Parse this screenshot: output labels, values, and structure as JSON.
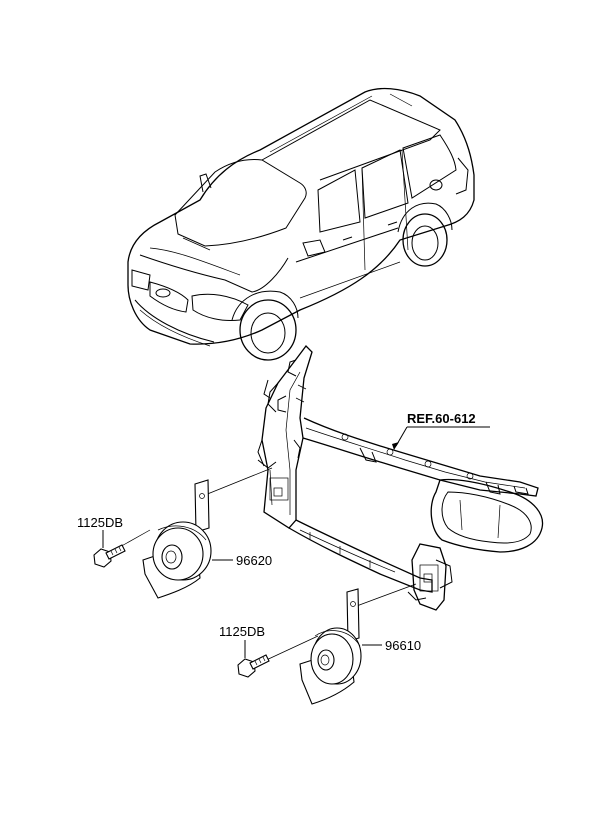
{
  "labels": {
    "ref": "REF.60-612",
    "bolt_upper": "1125DB",
    "horn_upper": "96620",
    "bolt_lower": "1125DB",
    "horn_lower": "96610"
  }
}
